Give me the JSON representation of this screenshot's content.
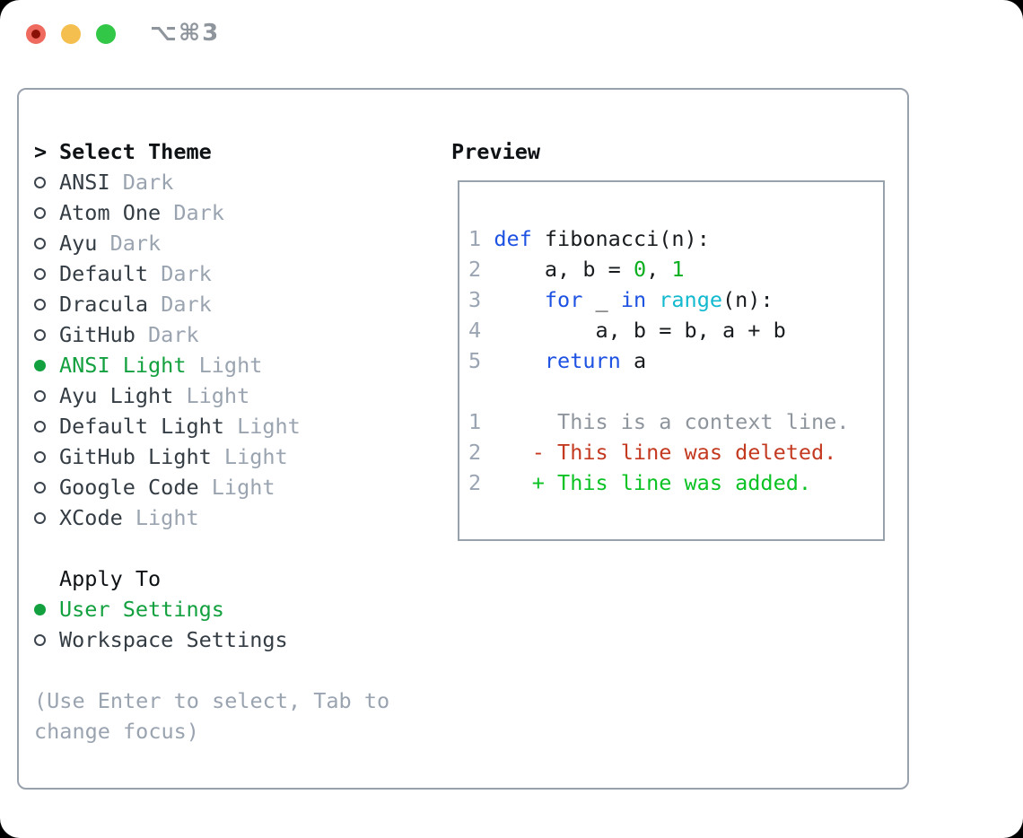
{
  "window": {
    "shortcut_label": "⌥⌘3"
  },
  "colors": {
    "selected_green": "#13a03f",
    "added_green": "#0bc224",
    "deleted_red": "#c43a21",
    "keyword_blue": "#1d52e2",
    "function_cyan": "#12b9cf",
    "literal_green": "#0bae1e",
    "muted_gray": "#9aa4b0",
    "border_gray": "#98a2ad",
    "traffic_red": "#ee6a5e",
    "traffic_yellow": "#f5bf4f",
    "traffic_green": "#33c748"
  },
  "theme_list": {
    "header_prefix": ">",
    "header": "Select Theme",
    "items": [
      {
        "name": "ANSI",
        "tag": "Dark",
        "selected": false
      },
      {
        "name": "Atom One",
        "tag": "Dark",
        "selected": false
      },
      {
        "name": "Ayu",
        "tag": "Dark",
        "selected": false
      },
      {
        "name": "Default",
        "tag": "Dark",
        "selected": false
      },
      {
        "name": "Dracula",
        "tag": "Dark",
        "selected": false
      },
      {
        "name": "GitHub",
        "tag": "Dark",
        "selected": false
      },
      {
        "name": "ANSI Light",
        "tag": "Light",
        "selected": true
      },
      {
        "name": "Ayu Light",
        "tag": "Light",
        "selected": false
      },
      {
        "name": "Default Light",
        "tag": "Light",
        "selected": false
      },
      {
        "name": "GitHub Light",
        "tag": "Light",
        "selected": false
      },
      {
        "name": "Google Code",
        "tag": "Light",
        "selected": false
      },
      {
        "name": "XCode",
        "tag": "Light",
        "selected": false
      }
    ]
  },
  "apply_to": {
    "header": "Apply To",
    "options": [
      {
        "name": "User Settings",
        "selected": true
      },
      {
        "name": "Workspace Settings",
        "selected": false
      }
    ]
  },
  "help": {
    "line1": "(Use Enter to select, Tab to",
    "line2": "change focus)"
  },
  "preview": {
    "title": "Preview",
    "lines": [
      {
        "num": "1",
        "segments": [
          {
            "c": "fg",
            "t": " "
          },
          {
            "c": "kw",
            "t": "def"
          },
          {
            "c": "fg",
            "t": " fibonacci(n):"
          }
        ]
      },
      {
        "num": "2",
        "segments": [
          {
            "c": "fg",
            "t": "     a, b = "
          },
          {
            "c": "lit",
            "t": "0"
          },
          {
            "c": "fg",
            "t": ", "
          },
          {
            "c": "lit",
            "t": "1"
          }
        ]
      },
      {
        "num": "3",
        "segments": [
          {
            "c": "fg",
            "t": "     "
          },
          {
            "c": "kw",
            "t": "for"
          },
          {
            "c": "fg",
            "t": " _ "
          },
          {
            "c": "kw",
            "t": "in"
          },
          {
            "c": "fg",
            "t": " "
          },
          {
            "c": "fn",
            "t": "range"
          },
          {
            "c": "fg",
            "t": "(n):"
          }
        ]
      },
      {
        "num": "4",
        "segments": [
          {
            "c": "fg",
            "t": "         a, b = b, a + b"
          }
        ]
      },
      {
        "num": "5",
        "segments": [
          {
            "c": "fg",
            "t": "     "
          },
          {
            "c": "kw",
            "t": "return"
          },
          {
            "c": "fg",
            "t": " a"
          }
        ]
      },
      {
        "num": "",
        "segments": []
      },
      {
        "num": "1",
        "segments": [
          {
            "c": "ctx",
            "t": "      This is a context line."
          }
        ]
      },
      {
        "num": "2",
        "segments": [
          {
            "c": "del",
            "t": "    - This line was deleted."
          }
        ]
      },
      {
        "num": "2",
        "segments": [
          {
            "c": "add",
            "t": "    + This line was added."
          }
        ]
      }
    ]
  }
}
